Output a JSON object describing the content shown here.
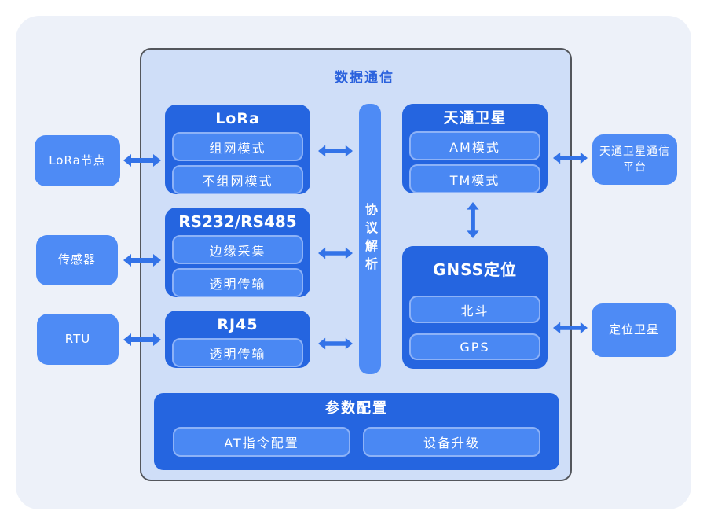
{
  "title": "数据通信",
  "colors": {
    "accent_dark_blue": "#2565e0",
    "accent_medium_blue": "#4e8bf5",
    "sub_box_fill": "#4a88f3",
    "sub_box_border": "#8db2f7",
    "arrow_blue": "#3373e8",
    "container_fill": "#cfdef8",
    "container_border": "#53565c",
    "page_panel_bg": "#edf1f9",
    "title_text": "#2b62dd"
  },
  "left_nodes": [
    {
      "label": "LoRa节点"
    },
    {
      "label": "传感器"
    },
    {
      "label": "RTU"
    }
  ],
  "right_nodes": [
    {
      "label": "天通卫星通信平台"
    },
    {
      "label": "定位卫星"
    }
  ],
  "protocol_bar": {
    "label": "协议解析"
  },
  "modules": {
    "lora": {
      "title": "LoRa",
      "items": [
        "组网模式",
        "不组网模式"
      ]
    },
    "serial": {
      "title": "RS232/RS485",
      "items": [
        "边缘采集",
        "透明传输"
      ]
    },
    "rj45": {
      "title": "RJ45",
      "items": [
        "透明传输"
      ]
    },
    "tiantong": {
      "title": "天通卫星",
      "items": [
        "AM模式",
        "TM模式"
      ]
    },
    "gnss": {
      "title": "GNSS定位",
      "items": [
        "北斗",
        "GPS"
      ]
    },
    "config": {
      "title": "参数配置",
      "items": [
        "AT指令配置",
        "设备升级"
      ]
    }
  }
}
